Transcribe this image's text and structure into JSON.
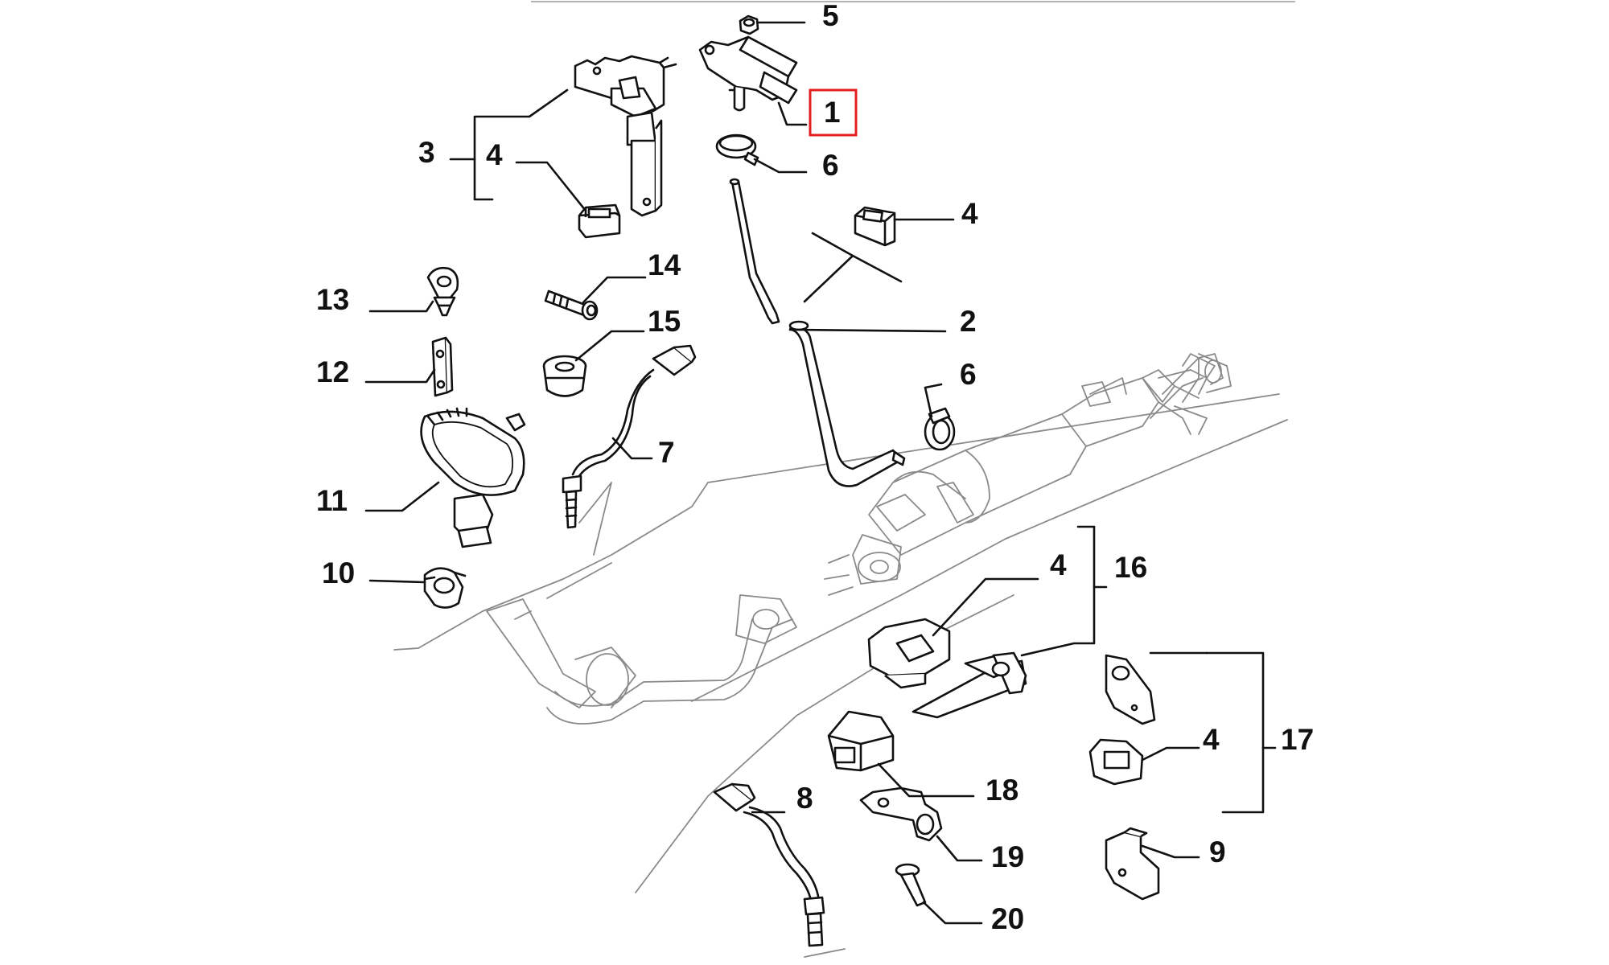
{
  "diagram": {
    "highlight_color": "#e02020",
    "line_color": "#111111",
    "callouts": [
      {
        "id": "c5",
        "label": "5"
      },
      {
        "id": "c1",
        "label": "1",
        "highlighted": true
      },
      {
        "id": "c6a",
        "label": "6"
      },
      {
        "id": "c3",
        "label": "3"
      },
      {
        "id": "c4a",
        "label": "4"
      },
      {
        "id": "c4b",
        "label": "4"
      },
      {
        "id": "c14",
        "label": "14"
      },
      {
        "id": "c13",
        "label": "13"
      },
      {
        "id": "c15",
        "label": "15"
      },
      {
        "id": "c2",
        "label": "2"
      },
      {
        "id": "c12",
        "label": "12"
      },
      {
        "id": "c6b",
        "label": "6"
      },
      {
        "id": "c7",
        "label": "7"
      },
      {
        "id": "c11",
        "label": "11"
      },
      {
        "id": "c4c",
        "label": "4"
      },
      {
        "id": "c16",
        "label": "16"
      },
      {
        "id": "c10",
        "label": "10"
      },
      {
        "id": "c4d",
        "label": "4"
      },
      {
        "id": "c17",
        "label": "17"
      },
      {
        "id": "c18",
        "label": "18"
      },
      {
        "id": "c8",
        "label": "8"
      },
      {
        "id": "c9",
        "label": "9"
      },
      {
        "id": "c19",
        "label": "19"
      },
      {
        "id": "c20",
        "label": "20"
      }
    ]
  }
}
